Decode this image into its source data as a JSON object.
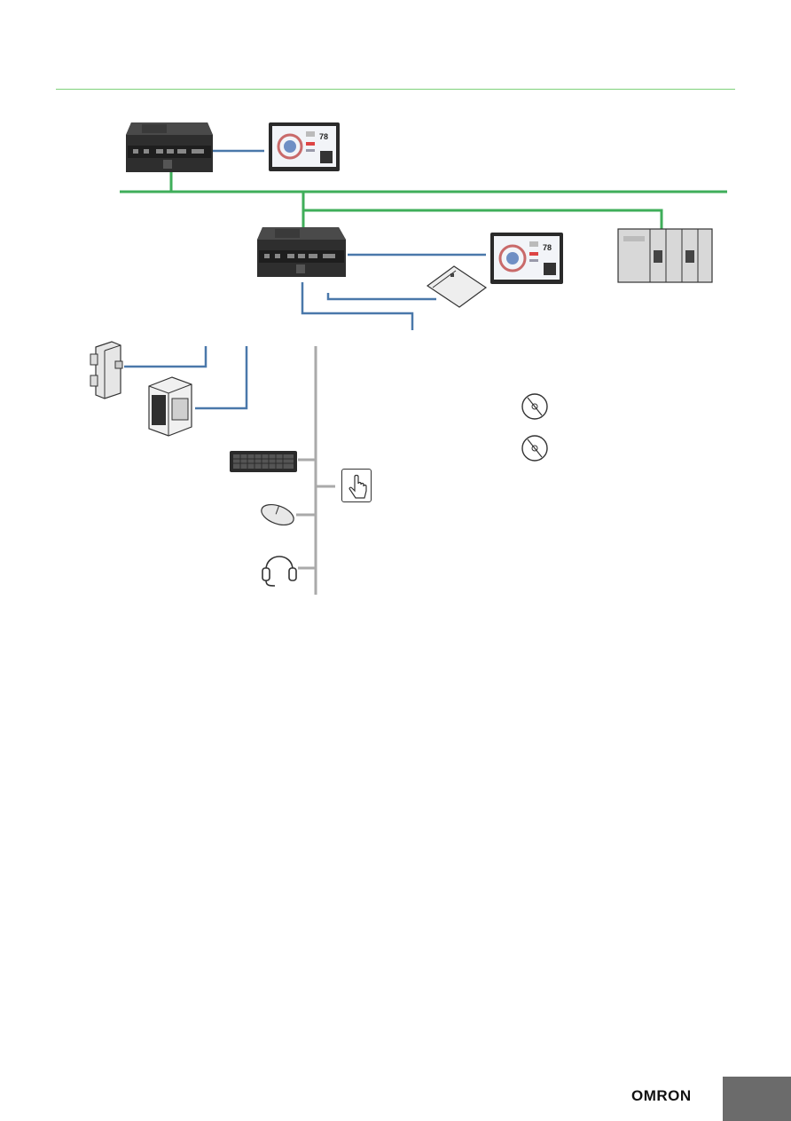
{
  "brand": {
    "logo_text": "OMRON"
  },
  "colors": {
    "header_rule": "#7fd17a",
    "ethernet": "#3fae5a",
    "serial": "#4a78aa",
    "usb_bus": "#aaaaaa",
    "device_dark": "#3a3a3a",
    "corner_tab": "#6b6b6b"
  },
  "diagram": {
    "devices": [
      {
        "name": "industrial-pc-top",
        "icon": "box-pc-icon"
      },
      {
        "name": "touch-monitor-top",
        "icon": "monitor-icon",
        "readout": "78"
      },
      {
        "name": "industrial-pc-main",
        "icon": "box-pc-icon"
      },
      {
        "name": "touch-monitor-main",
        "icon": "monitor-icon",
        "readout": "78"
      },
      {
        "name": "expansion-card",
        "icon": "pci-card-icon"
      },
      {
        "name": "plc-rack",
        "icon": "plc-icon"
      },
      {
        "name": "din-rail-module",
        "icon": "din-module-icon"
      },
      {
        "name": "io-unit",
        "icon": "io-unit-icon"
      },
      {
        "name": "disc-1",
        "icon": "disc-icon"
      },
      {
        "name": "disc-2",
        "icon": "disc-icon"
      },
      {
        "name": "keyboard",
        "icon": "keyboard-icon"
      },
      {
        "name": "mouse",
        "icon": "mouse-icon"
      },
      {
        "name": "headset",
        "icon": "headset-icon"
      },
      {
        "name": "touch-input",
        "icon": "touch-hand-icon"
      }
    ]
  }
}
